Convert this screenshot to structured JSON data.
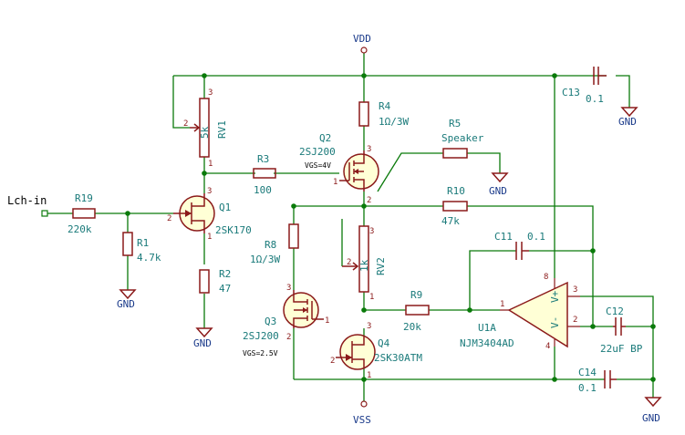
{
  "components": {
    "R19": {
      "ref": "R19",
      "value": "220k"
    },
    "R1": {
      "ref": "R1",
      "value": "4.7k"
    },
    "R2": {
      "ref": "R2",
      "value": "47"
    },
    "R3": {
      "ref": "R3",
      "value": "100"
    },
    "R4": {
      "ref": "R4",
      "value": "1Ω/3W"
    },
    "R5": {
      "ref": "R5",
      "value": "Speaker"
    },
    "R8": {
      "ref": "R8",
      "value": "1Ω/3W"
    },
    "R9": {
      "ref": "R9",
      "value": "20k"
    },
    "R10": {
      "ref": "R10",
      "value": "47k"
    },
    "RV1": {
      "ref": "RV1",
      "value": "5k"
    },
    "RV2": {
      "ref": "RV2",
      "value": "1k"
    },
    "Q1": {
      "ref": "Q1",
      "value": "2SK170"
    },
    "Q2": {
      "ref": "Q2",
      "value": "2SJ200",
      "note": "VGS=4V"
    },
    "Q3": {
      "ref": "Q3",
      "value": "2SJ200",
      "note": "VGS=2.5V"
    },
    "Q4": {
      "ref": "Q4",
      "value": "2SK30ATM"
    },
    "C11": {
      "ref": "C11",
      "value": "0.1"
    },
    "C12": {
      "ref": "C12",
      "value": "22uF BP"
    },
    "C13": {
      "ref": "C13",
      "value": "0.1"
    },
    "C14": {
      "ref": "C14",
      "value": "0.1"
    },
    "U1A": {
      "ref": "U1A",
      "value": "NJM3404AD",
      "vplus": "V+",
      "vminus": "V-"
    }
  },
  "power": {
    "vdd": "VDD",
    "vss": "VSS",
    "gnd": "GND"
  },
  "input_label": "Lch-in",
  "pins": {
    "p1": "1",
    "p2": "2",
    "p3": "3",
    "p4": "4",
    "p8": "8"
  }
}
